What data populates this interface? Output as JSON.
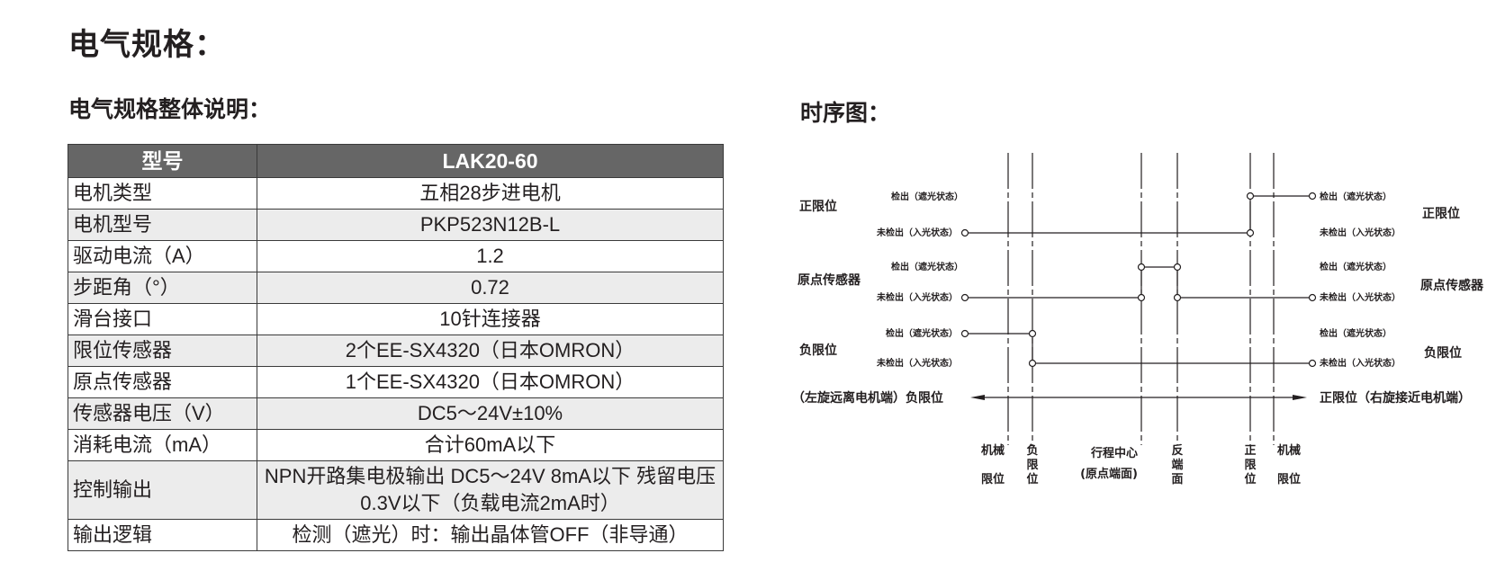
{
  "page_title": "电气规格：",
  "spec_section_title": "电气规格整体说明：",
  "timing_section_title": "时序图：",
  "spec_table": {
    "header": [
      "型号",
      "LAK20-60"
    ],
    "rows": [
      {
        "label": "电机类型",
        "value": "五相28步进电机"
      },
      {
        "label": "电机型号",
        "value": "PKP523N12B-L"
      },
      {
        "label": "驱动电流（A）",
        "value": "1.2"
      },
      {
        "label": "步距角（°）",
        "value": "0.72"
      },
      {
        "label": "滑台接口",
        "value": "10针连接器"
      },
      {
        "label": "限位传感器",
        "value": "2个EE-SX4320（日本OMRON）"
      },
      {
        "label": "原点传感器",
        "value": "1个EE-SX4320（日本OMRON）"
      },
      {
        "label": "传感器电压（V）",
        "value": "DC5～24V±10%"
      },
      {
        "label": "消耗电流（mA）",
        "value": "合计60mA以下"
      },
      {
        "label": "控制输出",
        "value": "NPN开路集电极输出 DC5～24V 8mA以下 残留电压0.3V以下（负载电流2mA时）"
      },
      {
        "label": "输出逻辑",
        "value": "检测（遮光）时：输出晶体管OFF（非导通）"
      }
    ]
  },
  "timing_diagram": {
    "left_sensors": [
      {
        "name": "正限位",
        "detect": "检出（遮光状态）",
        "undetect": "未检出（入光状态）"
      },
      {
        "name": "原点传感器",
        "detect": "检出（遮光状态）",
        "undetect": "未检出（入光状态）"
      },
      {
        "name": "负限位",
        "detect": "检出（遮光状态）",
        "undetect": "未检出（入光状态）"
      }
    ],
    "right_sensors": [
      {
        "name": "正限位",
        "detect": "检出（遮光状态）",
        "undetect": "未检出（入光状态）"
      },
      {
        "name": "原点传感器",
        "detect": "检出（遮光状态）",
        "undetect": "未检出（入光状态）"
      },
      {
        "name": "负限位",
        "detect": "检出（遮光状态）",
        "undetect": "未检出（入光状态）"
      }
    ],
    "left_direction": "（左旋远离电机端）负限位",
    "right_direction": "正限位（右旋接近电机端）",
    "bottom_labels": {
      "mech_left_1": "机械",
      "mech_left_2": "限位",
      "neg_limit": [
        "负",
        "限",
        "位"
      ],
      "center_1": "行程中心",
      "center_2": "(原点端面)",
      "reverse_face": [
        "反",
        "端",
        "面"
      ],
      "pos_limit": [
        "正",
        "限",
        "位"
      ],
      "mech_right_1": "机械",
      "mech_right_2": "限位"
    }
  }
}
